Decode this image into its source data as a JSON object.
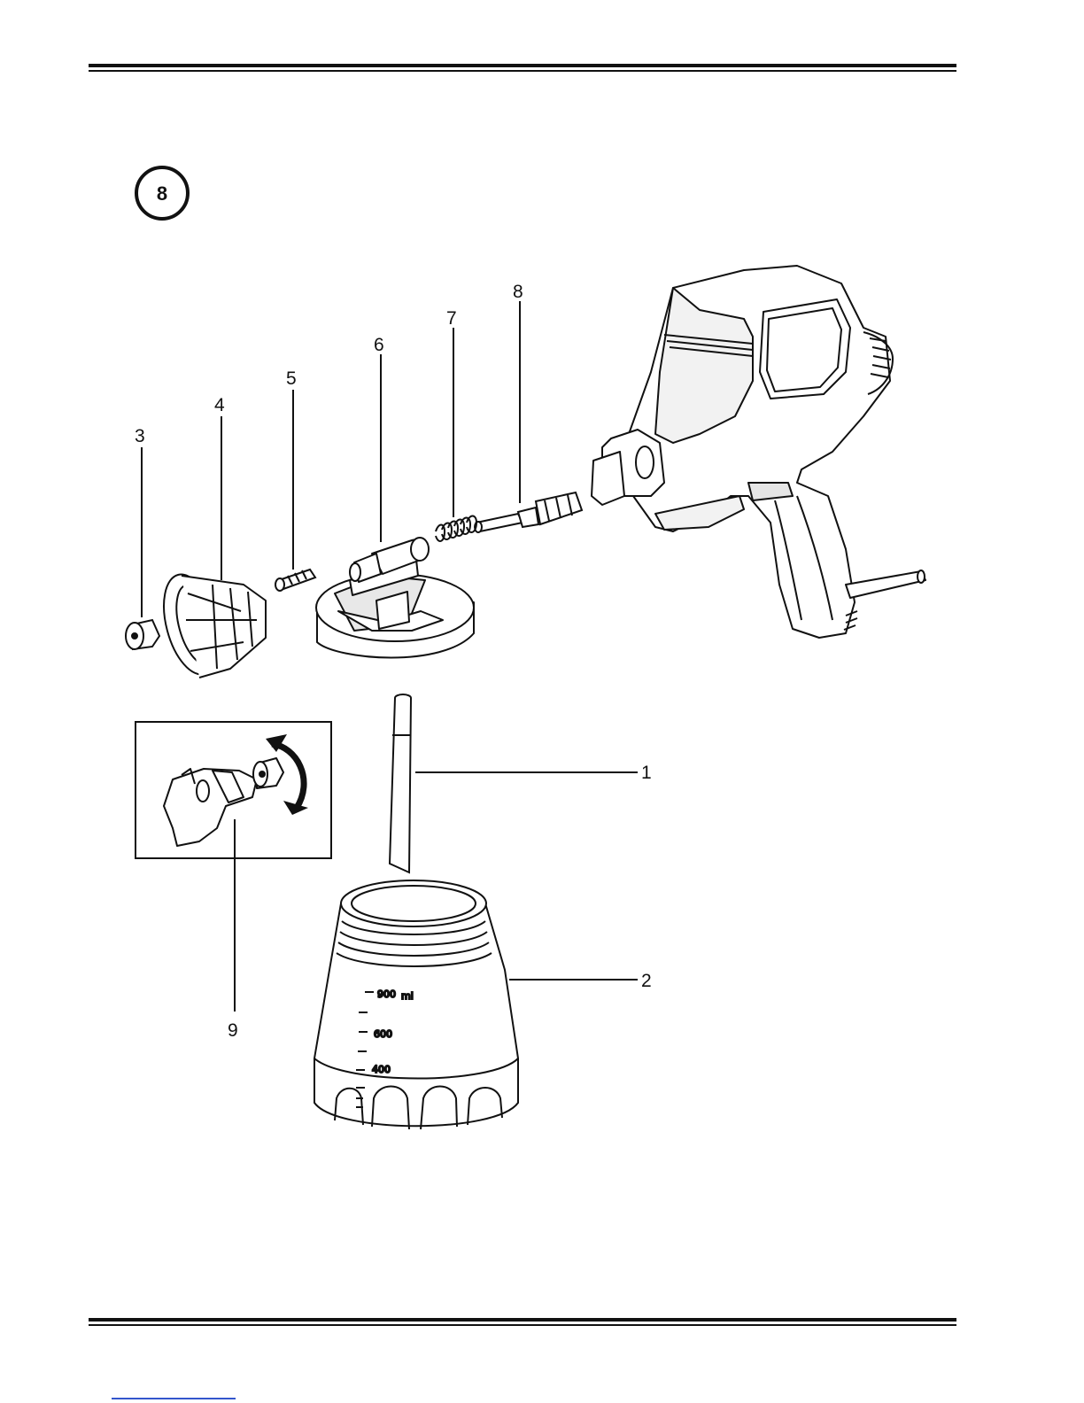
{
  "figure": {
    "step_number": "8",
    "callouts": [
      "1",
      "2",
      "3",
      "4",
      "5",
      "6",
      "7",
      "8",
      "9"
    ]
  },
  "container_scale": {
    "top_value": "900",
    "top_unit": "ml",
    "mid_value": "600",
    "low_value": "400"
  },
  "colors": {
    "line": "#111111",
    "fill": "#ffffff",
    "shade": "#d8d8d8",
    "link": "#3355cc"
  }
}
